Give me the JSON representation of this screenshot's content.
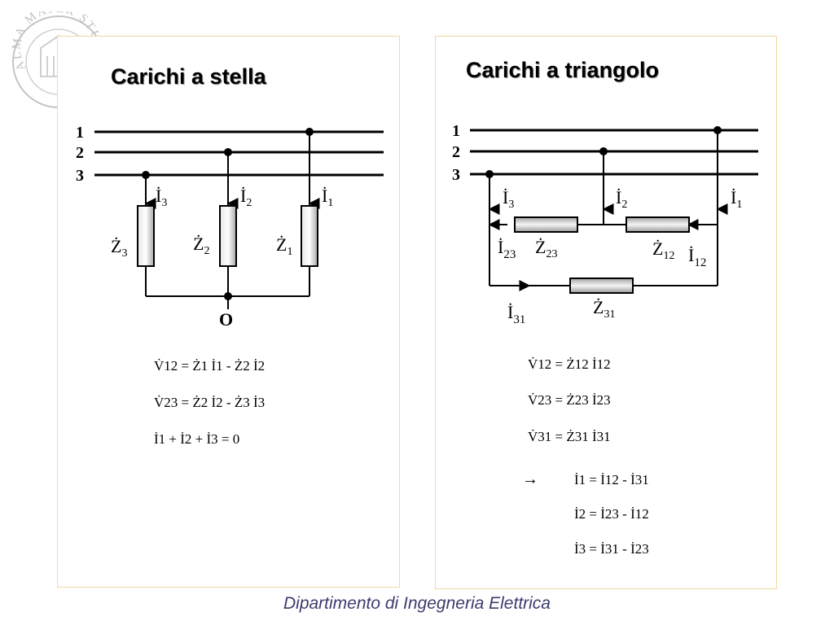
{
  "logo": {
    "text": "ALMA MATER STUDIORUM"
  },
  "left": {
    "title": "Carichi a stella",
    "lines": [
      "1",
      "2",
      "3"
    ],
    "currents": [
      {
        "base": "İ",
        "sub": "3"
      },
      {
        "base": "İ",
        "sub": "2"
      },
      {
        "base": "İ",
        "sub": "1"
      }
    ],
    "impedances": [
      {
        "base": "Ż",
        "sub": "3"
      },
      {
        "base": "Ż",
        "sub": "2"
      },
      {
        "base": "Ż",
        "sub": "1"
      }
    ],
    "neutral": "O",
    "equations": [
      "V̇12 = Ż1 İ1 - Ż2 İ2",
      "V̇23 = Ż2 İ2 - Ż3 İ3",
      "İ1 + İ2 + İ3 = 0"
    ]
  },
  "right": {
    "title": "Carichi a triangolo",
    "lines": [
      "1",
      "2",
      "3"
    ],
    "currents": [
      {
        "base": "İ",
        "sub": "3"
      },
      {
        "base": "İ",
        "sub": "2"
      },
      {
        "base": "İ",
        "sub": "1"
      },
      {
        "base": "İ",
        "sub": "23"
      },
      {
        "base": "İ",
        "sub": "12"
      },
      {
        "base": "İ",
        "sub": "31"
      }
    ],
    "impedances": [
      {
        "base": "Ż",
        "sub": "23"
      },
      {
        "base": "Ż",
        "sub": "12"
      },
      {
        "base": "Ż",
        "sub": "31"
      }
    ],
    "equations": [
      "V̇12 = Ż12 İ12",
      "V̇23 = Ż23 İ23",
      "V̇31 = Ż31 İ31",
      "→",
      "İ1 = İ12 - İ31",
      "İ2 = İ23 - İ12",
      "İ3 = İ31 - İ23"
    ]
  },
  "footer": "Dipartimento di Ingegneria Elettrica",
  "colors": {
    "panel_border": "#f2d9a0",
    "footer": "#3b3b6e",
    "resistor_fill": "#c8c8c8"
  }
}
